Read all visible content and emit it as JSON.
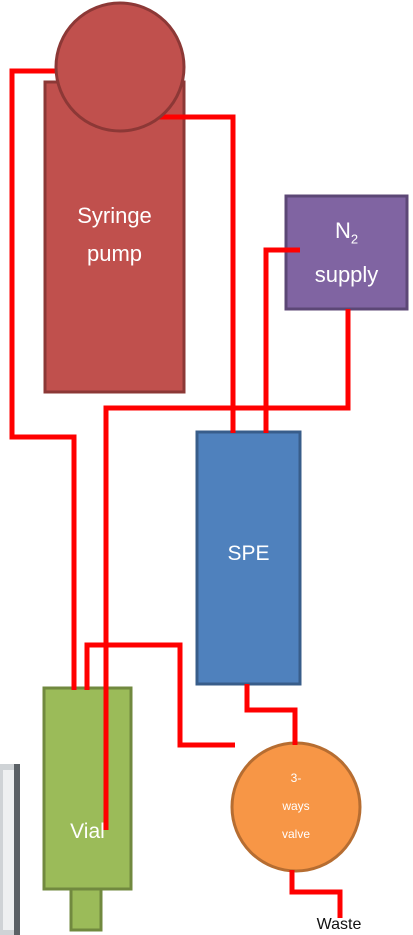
{
  "components": {
    "syringe_pump": {
      "line1": "Syringe",
      "line2": "pump"
    },
    "n2_supply": {
      "n": "N",
      "sub": "2",
      "line2": "supply"
    },
    "spe": {
      "label": "SPE"
    },
    "vial": {
      "label": "Vial"
    },
    "valve": {
      "line1": "3-",
      "line2": "ways",
      "line3": "valve"
    },
    "waste": {
      "label": "Waste"
    }
  },
  "colors": {
    "tubing": "#ff0000",
    "syringe_pump": "#c0504d",
    "n2_supply": "#8064a2",
    "spe": "#4f81bd",
    "vial": "#9bbb59",
    "valve": "#f79646"
  }
}
